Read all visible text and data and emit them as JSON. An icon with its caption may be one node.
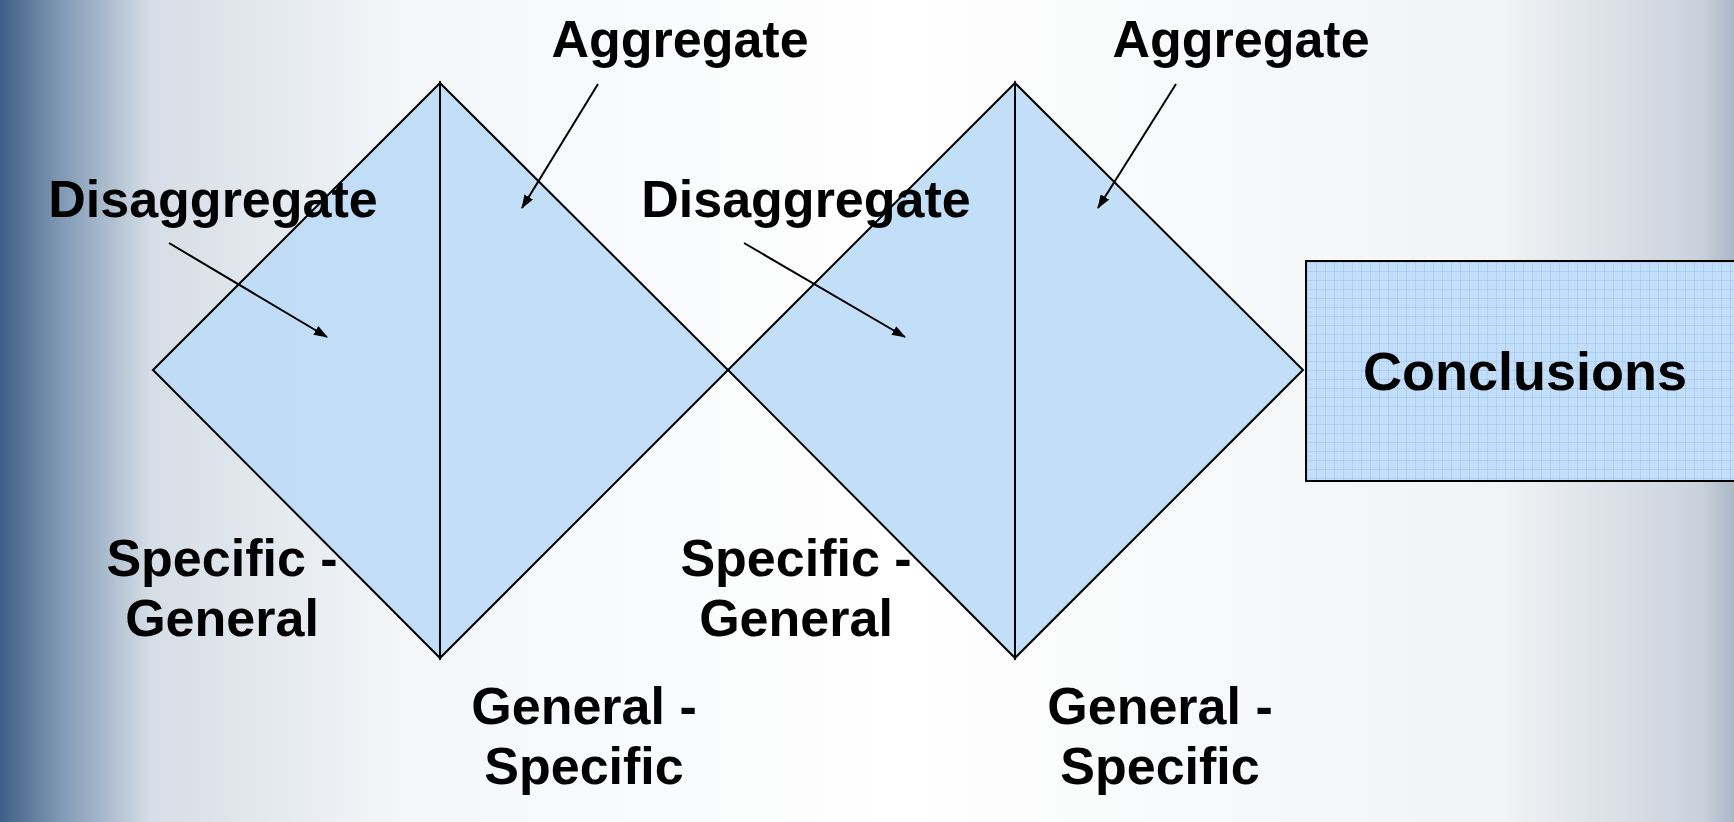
{
  "diagram": {
    "nodes": [
      {
        "text": [
          "Aggregate"
        ]
      },
      {
        "text": [
          "Aggregate"
        ]
      },
      {
        "text": [
          "Disaggregate"
        ]
      },
      {
        "text": [
          "Disaggregate"
        ]
      },
      {
        "text": [],
        "shape": "triangle"
      },
      {
        "text": [],
        "shape": "triangle"
      },
      {
        "text": [],
        "shape": "triangle"
      },
      {
        "text": [],
        "shape": "triangle"
      },
      {
        "text": [
          "Conclusions"
        ]
      }
    ],
    "edges": [
      {
        "from": 2,
        "to": 4,
        "arrow": "to"
      },
      {
        "from": 0,
        "to": 5,
        "arrow": "to"
      },
      {
        "from": 3,
        "to": 6,
        "arrow": "to"
      },
      {
        "from": 1,
        "to": 7,
        "arrow": "to"
      }
    ],
    "labels": [
      "Specific - General",
      "General - Specific",
      "Specific - General",
      "General - Specific"
    ]
  }
}
